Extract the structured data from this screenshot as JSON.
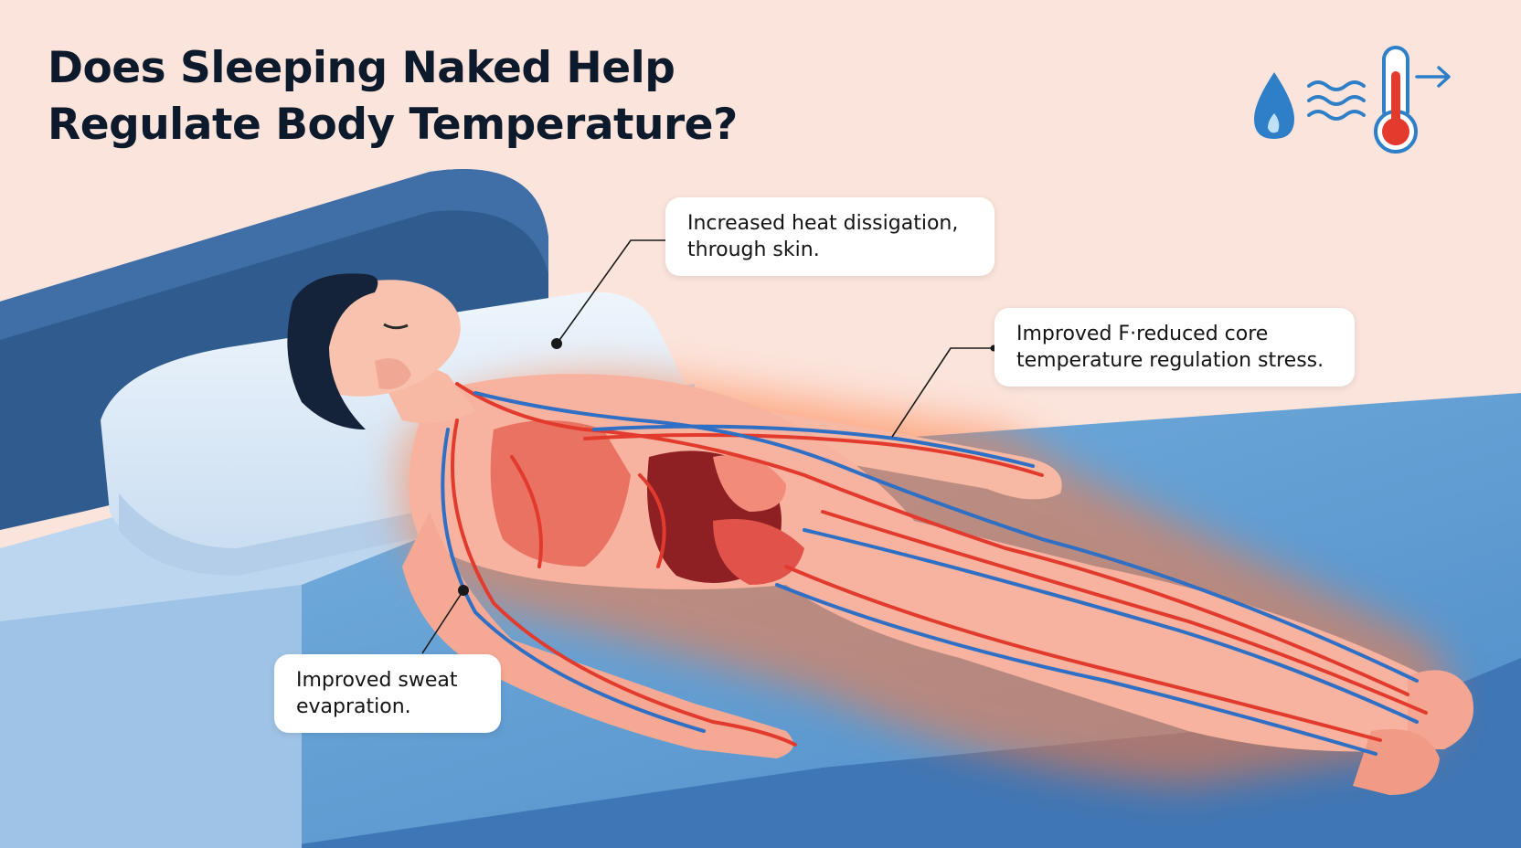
{
  "title": {
    "line1": "Does Sleeping Naked Help",
    "line2": "Regulate Body Temperature?"
  },
  "callouts": {
    "heat": {
      "line1": "Increased heat dissigation,",
      "line2": "through skin."
    },
    "core": {
      "line1": "Improved F·reduced core",
      "line2": "temperature regulation stress."
    },
    "sweat": {
      "line1": "Improved sweat",
      "line2": "evapration."
    }
  },
  "icons": [
    "water-drop-icon",
    "heat-waves-icon",
    "thermometer-icon",
    "arrow-right-icon"
  ],
  "colors": {
    "background": "#fbe4dc",
    "title": "#0d1a2b",
    "artery": "#e23b2e",
    "vein": "#2f6fc4",
    "headboard": "#2f5b8f",
    "sheet": "#5b97cf",
    "glow": "#ff7a3d"
  }
}
